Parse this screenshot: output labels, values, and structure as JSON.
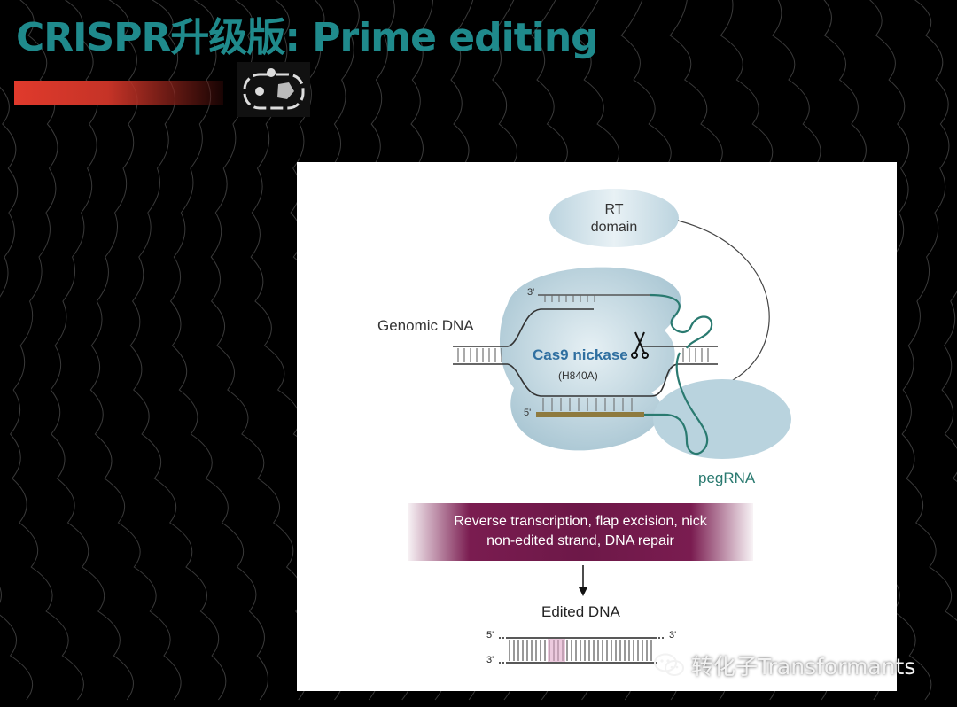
{
  "slide": {
    "title": "CRISPR升级版: Prime editing",
    "colors": {
      "title": "#1f8a8c",
      "accent_bar": "#e03a2c",
      "background": "#000000"
    }
  },
  "figure": {
    "rt_domain_line1": "RT",
    "rt_domain_line2": "domain",
    "genomic_dna": "Genomic DNA",
    "cas9_nickase": "Cas9 nickase",
    "h840a": "(H840A)",
    "pegrna": "pegRNA",
    "top_strand_end": "3'",
    "bottom_strand_end": "5'",
    "process_line1": "Reverse transcription, flap excision, nick",
    "process_line2": "non-edited strand, DNA repair",
    "edited_dna": "Edited DNA",
    "edited_5": "5'",
    "edited_3_top": "3'",
    "edited_3_bottom": "3'",
    "colors": {
      "cas9": "#b9d3de",
      "pegrna": "#2a7a70",
      "banner": "#7a1c50",
      "cas9_label": "#2f6fa0"
    }
  },
  "watermark": {
    "text": "转化子Transformants",
    "icon": "wechat-icon"
  }
}
